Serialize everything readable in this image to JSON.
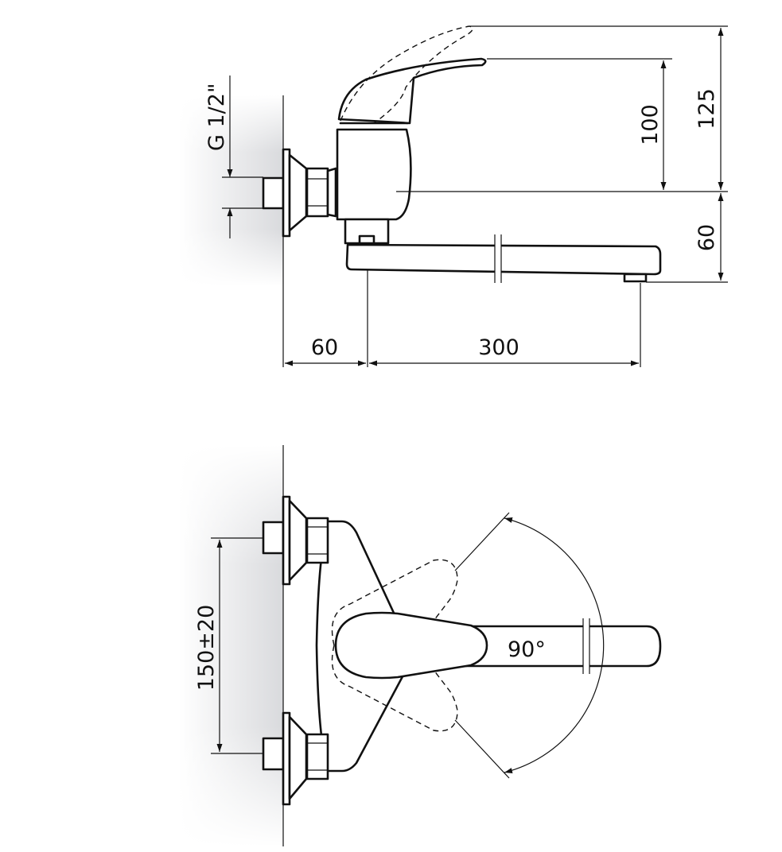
{
  "side_view": {
    "thread_label": "G 1/2\"",
    "height_lever_label": "100",
    "height_raised_label": "125",
    "spout_height_label": "60",
    "wall_offset_label": "60",
    "spout_reach_label": "300"
  },
  "top_view": {
    "inlet_spacing_label": "150±20",
    "rotation_label": "90°"
  },
  "colors": {
    "line": "#111111",
    "wall_shade": "#d8d9dc"
  }
}
